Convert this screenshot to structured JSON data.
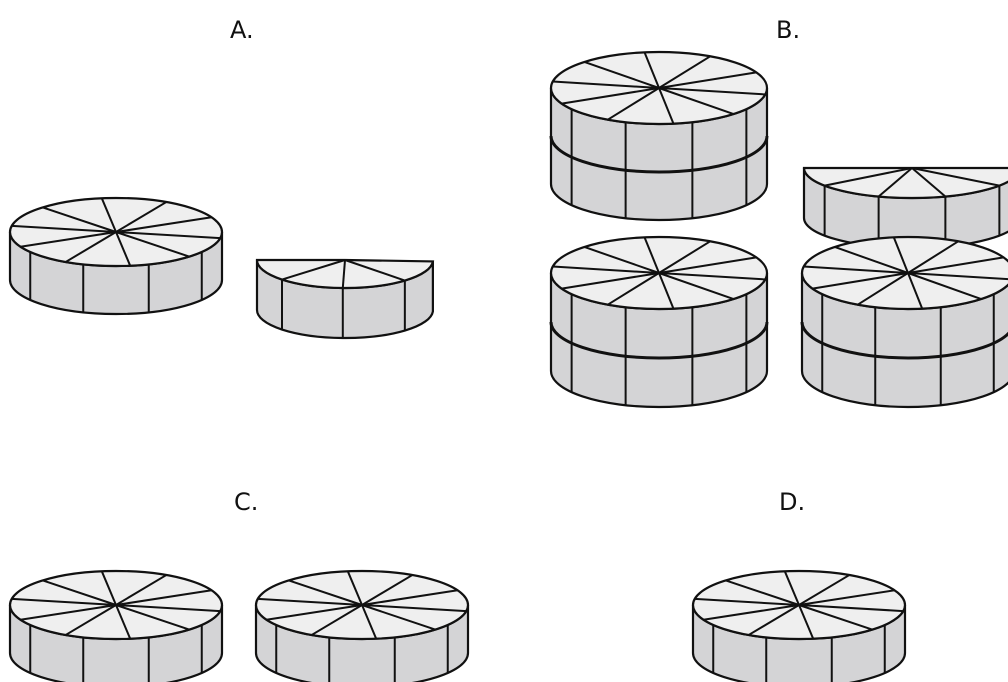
{
  "options": [
    {
      "label": "A."
    },
    {
      "label": "B."
    },
    {
      "label": "C."
    },
    {
      "label": "D."
    }
  ],
  "colors": {
    "top_face": "#efefef",
    "side_face": "#d4d4d6",
    "stroke": "#111111"
  }
}
